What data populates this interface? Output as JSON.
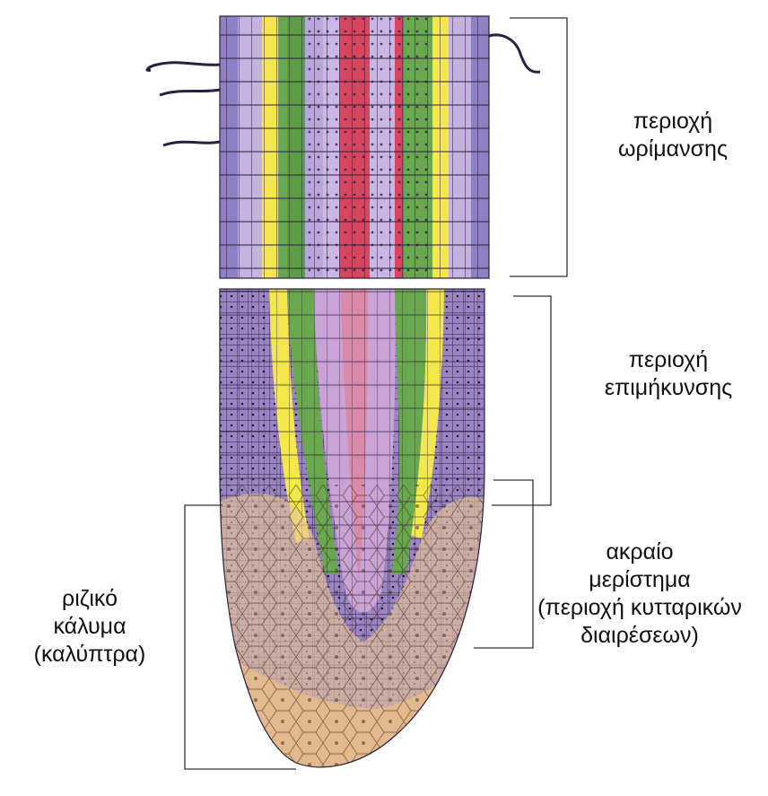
{
  "labels": {
    "maturation": {
      "line1": "περιοχή",
      "line2": "ωρίμανσης"
    },
    "elongation": {
      "line1": "περιοχή",
      "line2": "επιμήκυνσης"
    },
    "meristem": {
      "line1": "ακραίο",
      "line2": "μερίστημα",
      "line3": "(περιοχή κυτταρικών",
      "line4": "διαιρέσεων)"
    },
    "root_cap": {
      "line1": "ριζικό",
      "line2": "κάλυμα",
      "line3": "(καλύπτρα)"
    }
  },
  "colors": {
    "epidermis": "#8f7fc4",
    "cortex": "#c4b3e0",
    "endodermis": "#f2e84a",
    "pericycle": "#6aa84f",
    "phloem": "#b8a7d8",
    "xylem": "#d8455f",
    "meristem": "#9a84c4",
    "root_cap": "#e7c39a",
    "root_hair": "#8576b8",
    "bracket": "#333333"
  }
}
